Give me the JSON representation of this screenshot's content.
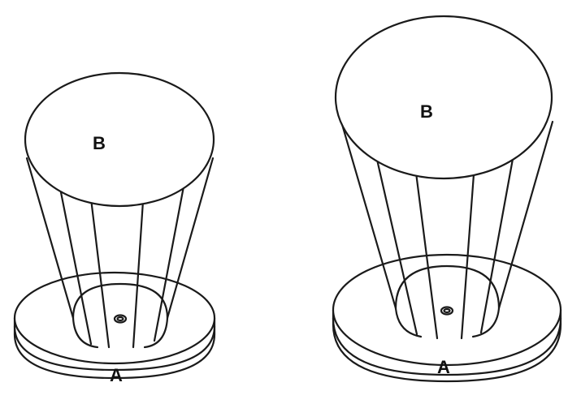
{
  "figures": [
    {
      "name": "left",
      "top_label": "B",
      "bottom_label": "A"
    },
    {
      "name": "right",
      "top_label": "B",
      "bottom_label": "A"
    }
  ],
  "colors": {
    "line": "#1a1a1a",
    "background": "#ffffff"
  }
}
